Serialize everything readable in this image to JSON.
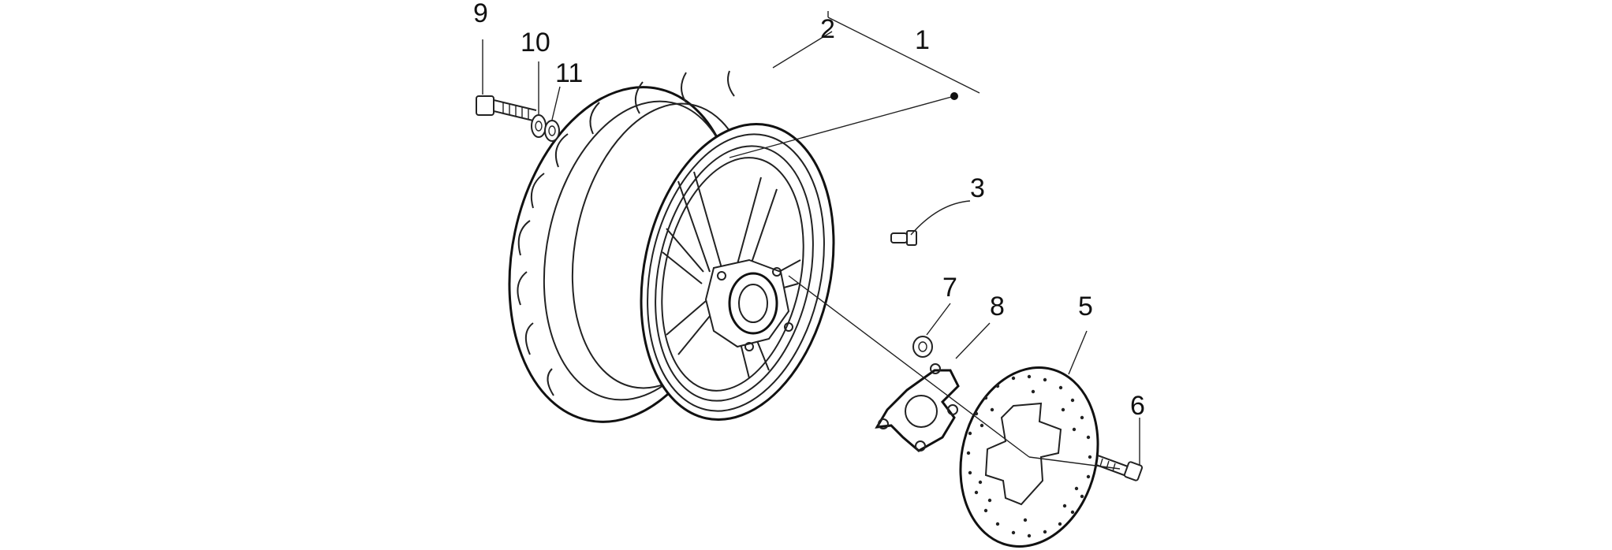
{
  "diagram": {
    "callouts": [
      "1",
      "2",
      "3",
      "5",
      "6",
      "7",
      "8",
      "9",
      "10",
      "11"
    ]
  },
  "colors": {
    "line": "#222222",
    "background": "#ffffff"
  },
  "parts": [
    "tyre",
    "wheel-rim",
    "hub",
    "tyre-valve",
    "brake-disc",
    "disc-bolt",
    "nut",
    "disc-adapter",
    "wheel-spindle",
    "washer-10",
    "washer-11"
  ]
}
